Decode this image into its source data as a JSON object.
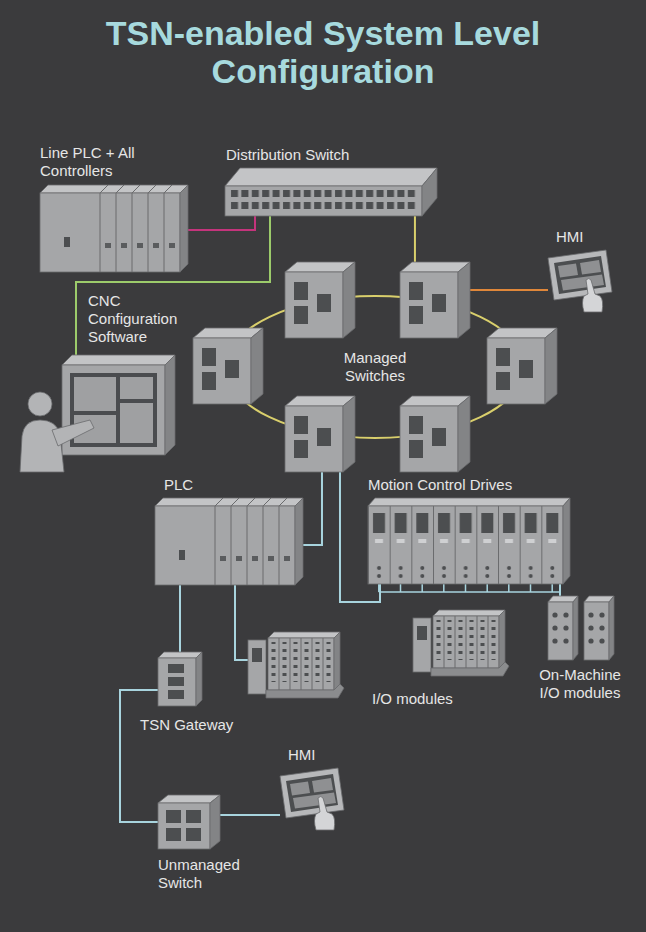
{
  "diagram": {
    "title": "TSN-enabled System Level Configuration",
    "nodes": [
      {
        "text": [
          "Line PLC + All Controllers"
        ]
      },
      {
        "text": [
          "Distribution Switch"
        ]
      },
      {
        "text": [
          "HMI"
        ]
      },
      {
        "text": [
          "CNC Configuration Software"
        ]
      },
      {
        "text": [
          "Managed Switches"
        ]
      },
      {
        "text": [
          "PLC"
        ]
      },
      {
        "text": [
          "Motion Control Drives"
        ]
      },
      {
        "text": [
          "TSN Gateway"
        ]
      },
      {
        "text": [
          "I/O modules"
        ]
      },
      {
        "text": [
          "On-Machine I/O modules"
        ]
      },
      {
        "text": [
          "HMI"
        ]
      },
      {
        "text": [
          "Unmanaged Switch"
        ]
      }
    ],
    "edges": [
      {
        "from": 0,
        "to": 1,
        "arrow": "none"
      },
      {
        "from": 3,
        "to": 1,
        "arrow": "none"
      },
      {
        "from": 1,
        "to": 4,
        "arrow": "none"
      },
      {
        "from": 4,
        "to": 2,
        "arrow": "none"
      },
      {
        "from": 4,
        "to": 5,
        "arrow": "none"
      },
      {
        "from": 4,
        "to": 6,
        "arrow": "none"
      },
      {
        "from": 5,
        "to": 7,
        "arrow": "none"
      },
      {
        "from": 5,
        "to": 8,
        "arrow": "none"
      },
      {
        "from": 6,
        "to": 9,
        "arrow": "none"
      },
      {
        "from": 7,
        "to": 11,
        "arrow": "none"
      },
      {
        "from": 11,
        "to": 10,
        "arrow": "none"
      }
    ]
  }
}
